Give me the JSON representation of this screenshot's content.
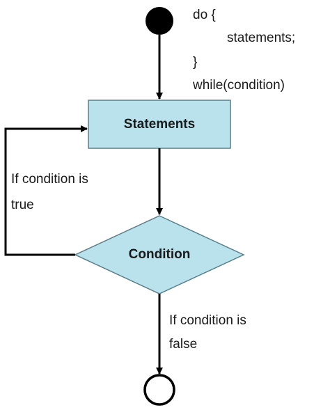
{
  "code": {
    "line1": "do {",
    "line2": "statements;",
    "line3": "}",
    "line4": "while(condition)"
  },
  "nodes": {
    "statements": "Statements",
    "condition": "Condition"
  },
  "edges": {
    "true_line1": "If condition is",
    "true_line2": "true",
    "false_line1": "If condition is",
    "false_line2": "false"
  },
  "colors": {
    "node_fill": "#b9e2ec",
    "node_stroke": "#5a7f8a",
    "line": "#000000"
  }
}
